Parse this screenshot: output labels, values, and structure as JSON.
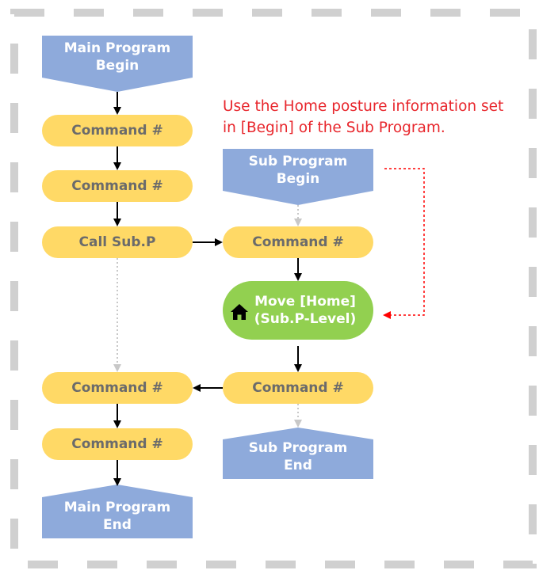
{
  "diagram": {
    "note": "Use the Home posture information set\nin [Begin] of the Sub Program.",
    "nodes": {
      "main_begin": "Main Program\nBegin",
      "cmd1": "Command #",
      "cmd2": "Command #",
      "call_sub": "Call Sub.P",
      "cmd3": "Command #",
      "cmd4": "Command #",
      "main_end": "Main Program\nEnd",
      "sub_begin": "Sub Program\nBegin",
      "sub_cmd1": "Command #",
      "move_home": "Move [Home]\n(Sub.P-Level)",
      "sub_cmd2": "Command #",
      "sub_end": "Sub Program\nEnd"
    },
    "icons": {
      "move_home_icon": "home-icon"
    },
    "colors": {
      "terminal_blue": "#8eaadb",
      "command_yellow": "#ffd966",
      "move_green": "#92d050",
      "note_red": "#e8262c",
      "frame_grey": "#d0d0d0"
    }
  }
}
